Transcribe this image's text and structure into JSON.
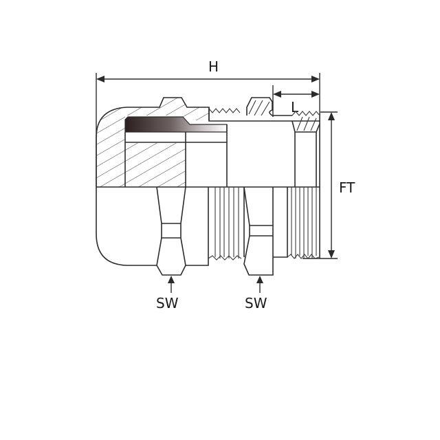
{
  "drawing": {
    "subject": "Cable gland cross-section with dimensions",
    "dimensions": {
      "overall_length": "H",
      "thread_length": "L",
      "thread_diameter": "FT",
      "wrench_size_cap": "SW",
      "wrench_size_body": "SW"
    },
    "colors": {
      "line": "#2b2b2b",
      "seal_dark": "#2a1e1e",
      "background": "#ffffff"
    }
  }
}
